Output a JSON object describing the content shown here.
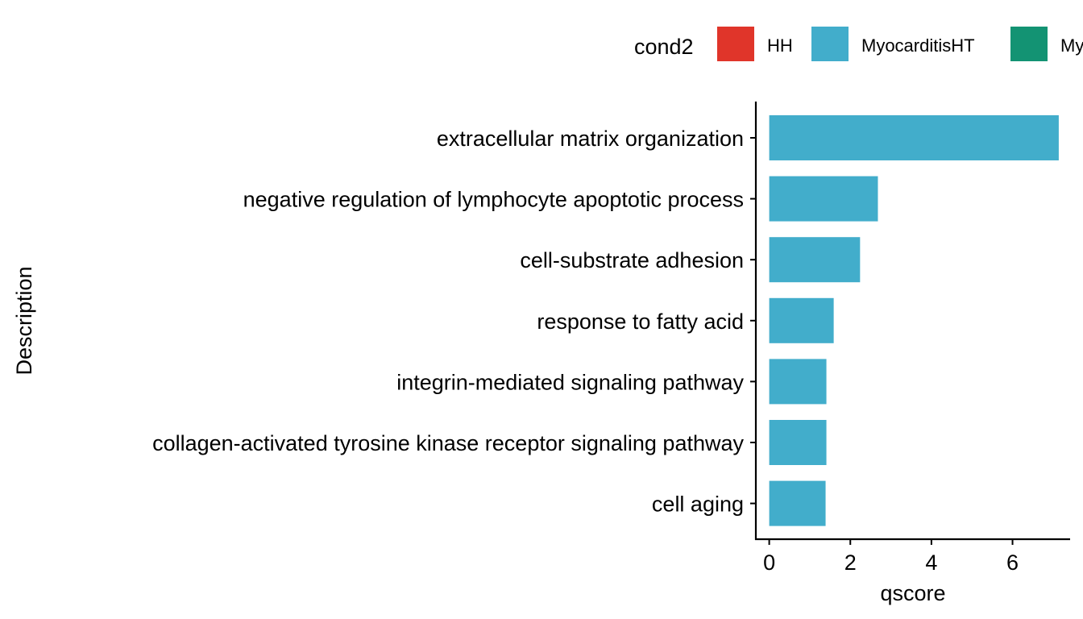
{
  "chart_data": {
    "type": "bar",
    "orientation": "horizontal",
    "categories": [
      "extracellular matrix organization",
      "negative regulation of lymphocyte apoptotic process",
      "cell-substrate adhesion",
      "response to fatty acid",
      "integrin-mediated signaling pathway",
      "collagen-activated tyrosine kinase receptor signaling pathway",
      "cell aging"
    ],
    "series": [
      {
        "name": "MyocarditisHT",
        "color": "#42ADCB",
        "values": [
          7.14,
          2.68,
          2.24,
          1.59,
          1.41,
          1.41,
          1.39
        ]
      }
    ],
    "xlabel": "qscore",
    "ylabel": "Description",
    "xlim": [
      -0.33,
      7.42
    ],
    "xticks": [
      0,
      2,
      4,
      6
    ],
    "grid": false,
    "legend": {
      "title": "cond2",
      "position": "top",
      "entries": [
        {
          "label": "HH",
          "color": "#E0352A"
        },
        {
          "label": "MyocarditisHT",
          "color": "#42ADCB"
        },
        {
          "label": "My",
          "color": "#139373"
        }
      ]
    }
  }
}
